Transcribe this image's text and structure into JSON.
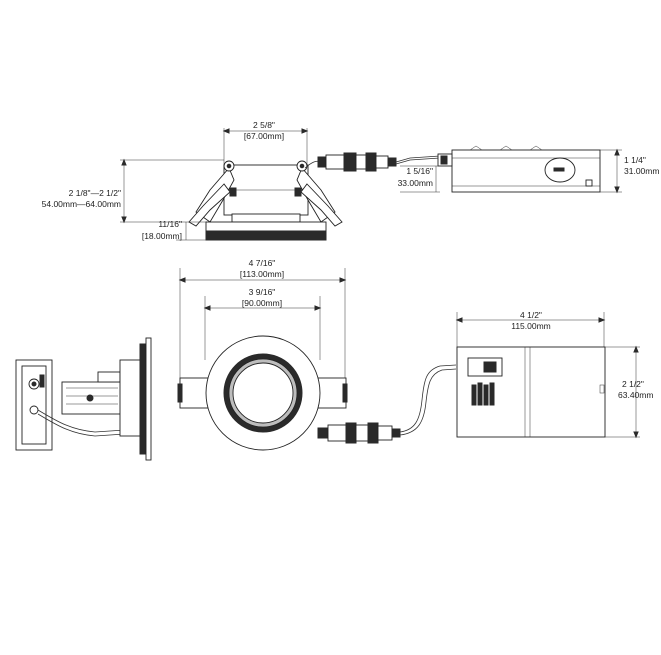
{
  "colors": {
    "line": "#333333",
    "ink": "#222222",
    "background": "#ffffff"
  },
  "dimensions": {
    "top_opening": {
      "imperial": "2 5/8\"",
      "metric": "[67.00mm]"
    },
    "driver_height_top": {
      "imperial": "1 1/4\"",
      "metric": "31.00mm"
    },
    "connector_gap": {
      "imperial": "1 5/16\"",
      "metric": "33.00mm"
    },
    "cutout_range": {
      "imperial": "2 1/8\"—2 1/2\"",
      "metric": "54.00mm—64.00mm"
    },
    "trim_height": {
      "imperial": "11/16\"",
      "metric": "[18.00mm]"
    },
    "trim_outer": {
      "imperial": "4 7/16\"",
      "metric": "[113.00mm]"
    },
    "trim_inner": {
      "imperial": "3 9/16\"",
      "metric": "[90.00mm]"
    },
    "driver_length": {
      "imperial": "4 1/2\"",
      "metric": "115.00mm"
    },
    "driver_height": {
      "imperial": "2 1/2\"",
      "metric": "63.40mm"
    }
  }
}
